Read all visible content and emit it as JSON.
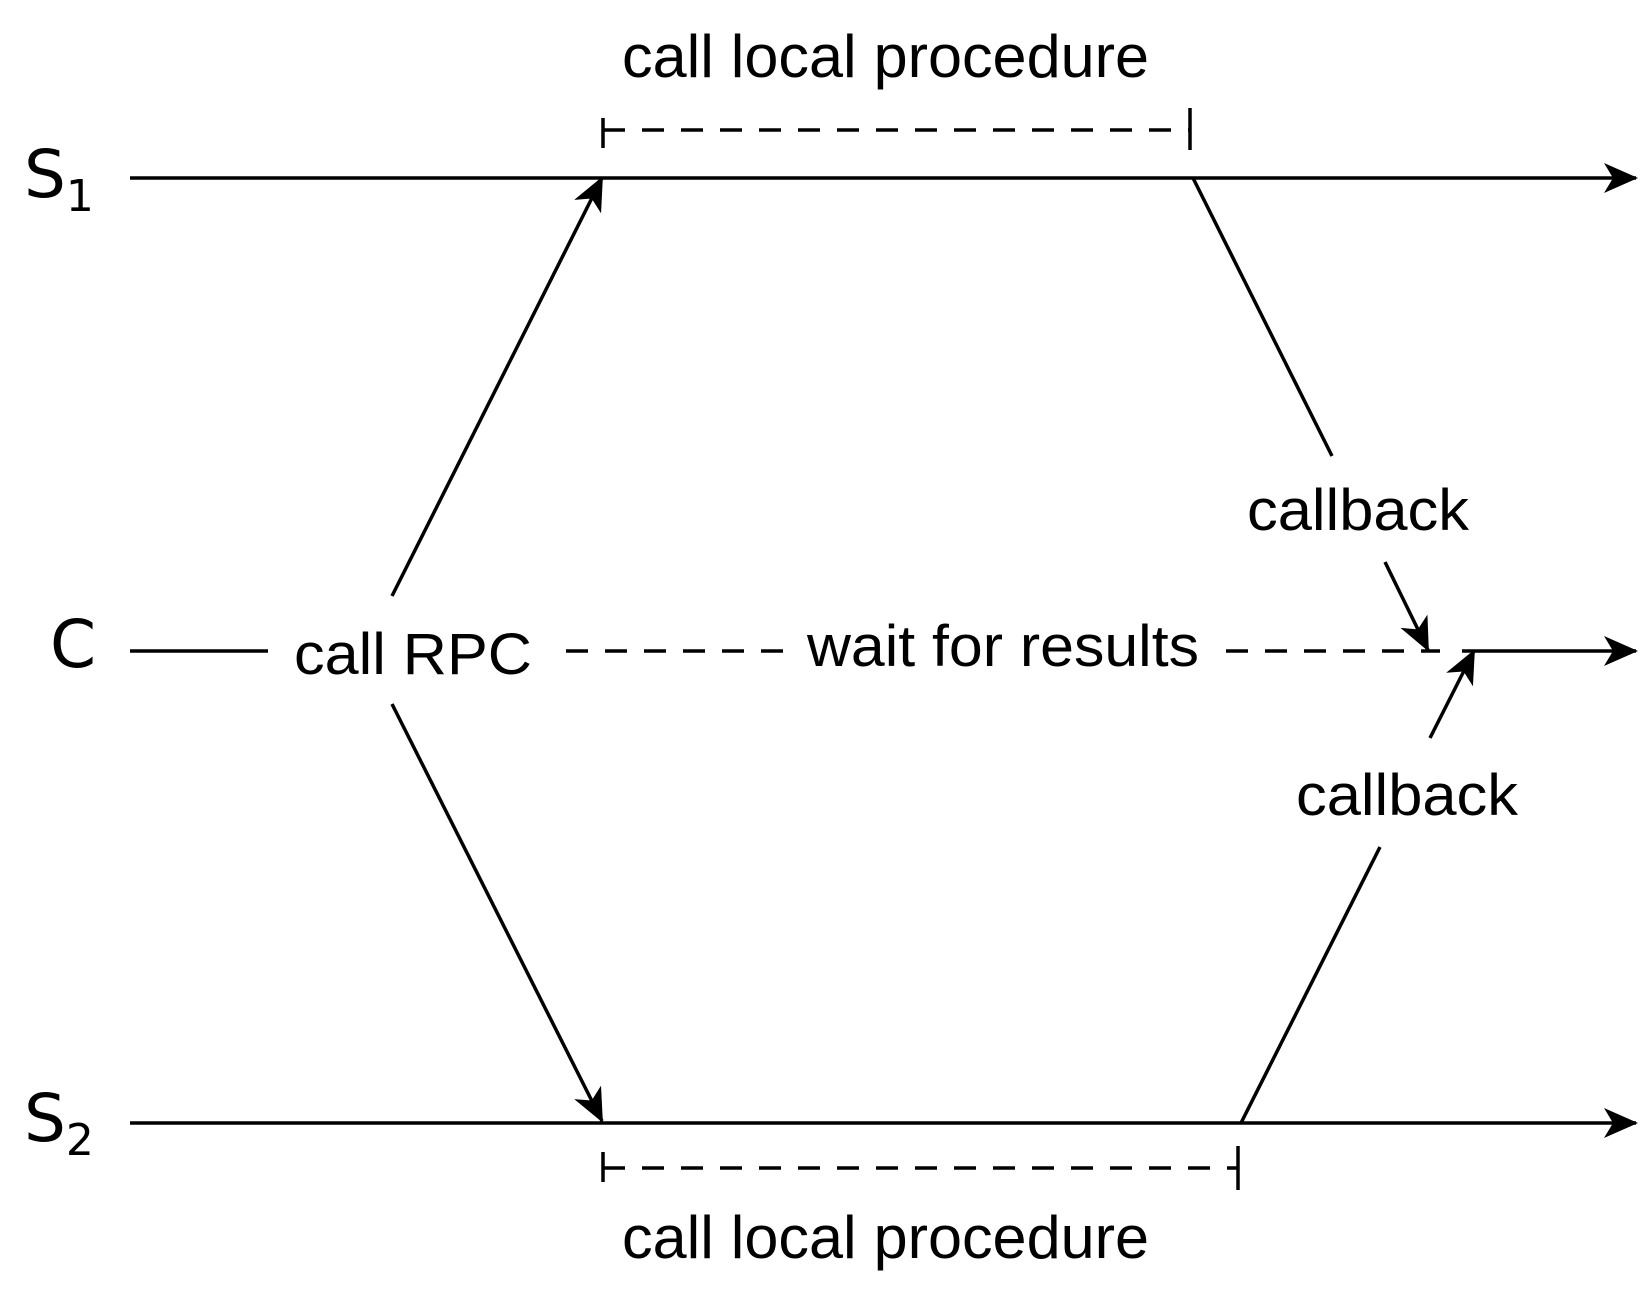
{
  "nodes": {
    "s1": {
      "base": "S",
      "sub": "1"
    },
    "c": {
      "label": "C"
    },
    "s2": {
      "base": "S",
      "sub": "2"
    }
  },
  "labels": {
    "top_procedure": "call local procedure",
    "bottom_procedure": "call local procedure",
    "call_rpc": "call RPC",
    "wait": "wait for results",
    "callback_top": "callback",
    "callback_bottom": "callback"
  }
}
